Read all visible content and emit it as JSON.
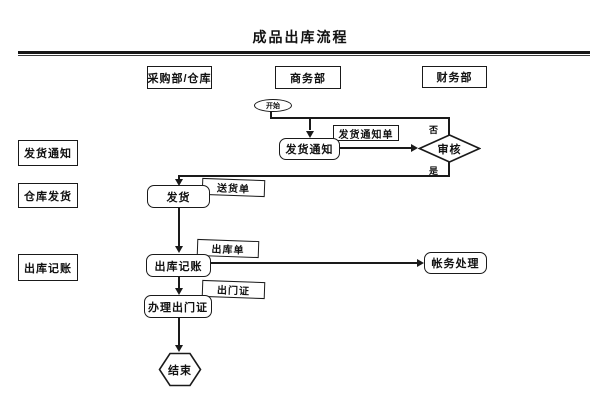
{
  "title": "成品出库流程",
  "header": {
    "columns": [
      "采购部/仓库",
      "商务部",
      "财务部"
    ]
  },
  "side_labels": [
    "发货通知",
    "仓库发货",
    "出库记账"
  ],
  "flow": {
    "start": "开始",
    "shipping_notice": "发货通知",
    "shipping_notice_doc": "发货通知单",
    "review": "审核",
    "no_label": "否",
    "yes_label": "是",
    "ship": "发货",
    "delivery_note_doc": "送货单",
    "outbound_entry": "出库记账",
    "outbound_doc": "出库单",
    "account_processing": "帐务处理",
    "exit_pass": "办理出门证",
    "exit_pass_doc": "出门证",
    "end": "结束"
  },
  "colors": {
    "line": "#1a1a1a",
    "background": "#ffffff"
  }
}
